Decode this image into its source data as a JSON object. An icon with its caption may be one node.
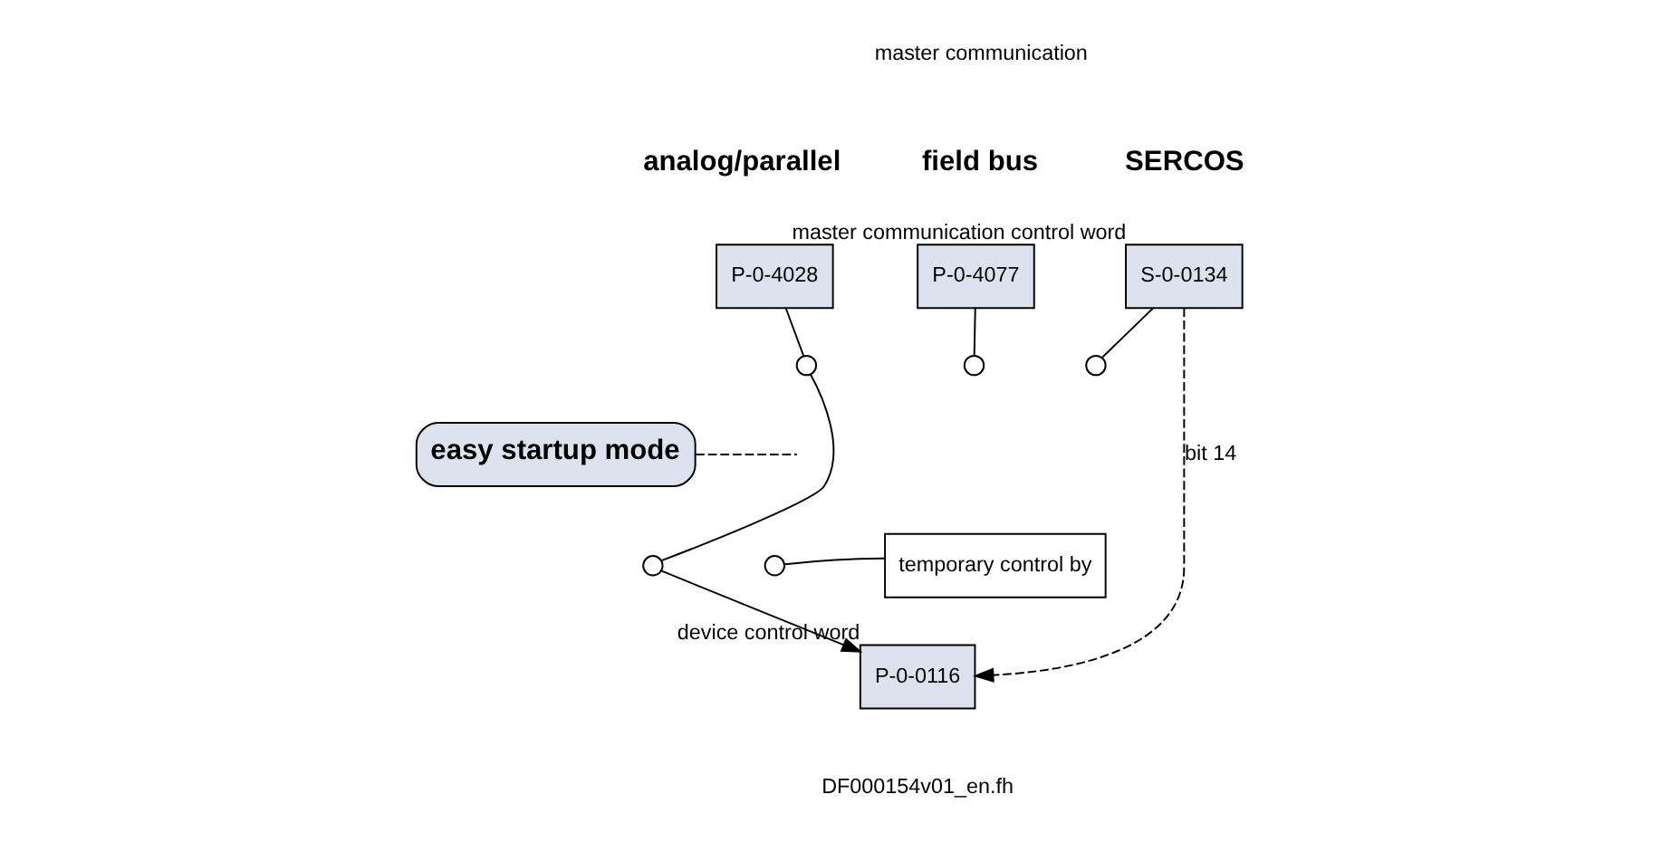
{
  "diagram": {
    "nodes": [
      {
        "text": [
          "P-0-4028"
        ]
      },
      {
        "text": [
          "P-0-4077"
        ]
      },
      {
        "text": [
          "S-0-0134"
        ],
        "beside": [
          "master communication control word"
        ]
      },
      {
        "text": [],
        "shape": "circle"
      },
      {
        "text": [],
        "shape": "circle"
      },
      {
        "text": [],
        "shape": "circle"
      },
      {
        "text": [
          "easy startup mode"
        ]
      },
      {
        "text": [],
        "shape": "circle"
      },
      {
        "text": [],
        "shape": "circle"
      },
      {
        "text": [
          "temporary control by"
        ]
      },
      {
        "text": [
          "P-0-0116"
        ],
        "beside": [
          "device control word"
        ]
      }
    ],
    "edges": [
      {
        "from": 0,
        "to": 3,
        "arrow": "none"
      },
      {
        "from": 1,
        "to": 4,
        "arrow": "none"
      },
      {
        "from": 2,
        "to": 5,
        "arrow": "none"
      },
      {
        "from": 2,
        "to": 10,
        "arrow": "to",
        "style": "dashed",
        "label": "bit 14"
      },
      {
        "from": 3,
        "to": 7,
        "arrow": "none"
      },
      {
        "from": 6,
        "to": null,
        "arrow": "none",
        "style": "dashed"
      },
      {
        "from": 7,
        "to": 10,
        "arrow": "to"
      },
      {
        "from": 8,
        "to": 9,
        "arrow": "none"
      }
    ],
    "labels": [
      "master communication",
      "analog/parallel",
      "field bus",
      "SERCOS",
      "DF000154v01_en.fh"
    ]
  }
}
